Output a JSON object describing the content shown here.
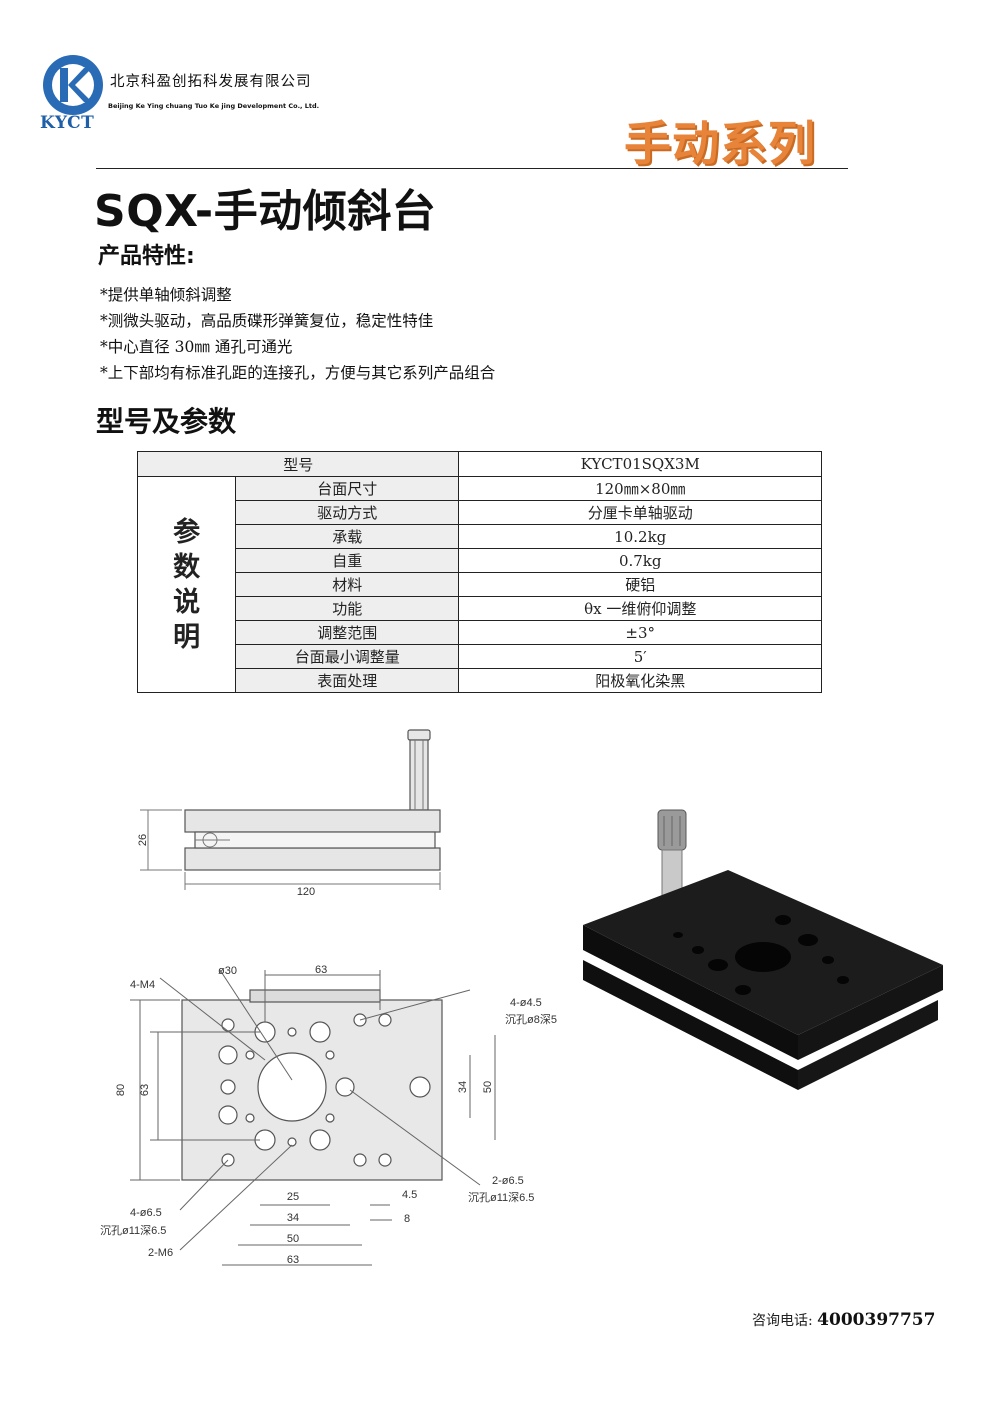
{
  "header": {
    "logo_text": "KYCT",
    "company_cn": "北京科盈创拓科发展有限公司",
    "company_en": "Beijing Ke Ying chuang Tuo Ke jing Development Co., Ltd.",
    "series": "手动系列"
  },
  "title": "SQX-手动倾斜台",
  "features": {
    "heading": "产品特性:",
    "items": [
      "*提供单轴倾斜调整",
      "*测微头驱动，高品质碟形弹簧复位，稳定性特佳",
      "*中心直径 30㎜ 通孔可通光",
      "*上下部均有标准孔距的连接孔，方便与其它系列产品组合"
    ]
  },
  "spec": {
    "heading": "型号及参数",
    "model_label": "型号",
    "model_value": "KYCT01SQX3M",
    "side_label": [
      "参",
      "数",
      "说",
      "明"
    ],
    "rows": [
      {
        "label": "台面尺寸",
        "value": "120㎜×80㎜"
      },
      {
        "label": "驱动方式",
        "value": "分厘卡单轴驱动"
      },
      {
        "label": "承载",
        "value": "10.2kg"
      },
      {
        "label": "自重",
        "value": "0.7kg"
      },
      {
        "label": "材料",
        "value": "硬铝"
      },
      {
        "label": "功能",
        "value": "θx 一维俯仰调整"
      },
      {
        "label": "调整范围",
        "value": "±3°"
      },
      {
        "label": "台面最小调整量",
        "value": "5′"
      },
      {
        "label": "表面处理",
        "value": "阳极氧化染黑"
      }
    ]
  },
  "drawing": {
    "side": {
      "height": "26",
      "width": "120"
    },
    "plan": {
      "d30": "ø30",
      "m4": "4-M4",
      "top63": "63",
      "hole45": "4-ø4.5",
      "counterbore8": "沉孔ø8深5",
      "h80": "80",
      "h63": "63",
      "v34": "34",
      "v50": "50",
      "hole65b": "2-ø6.5",
      "counterbore11b": "沉孔ø11深6.5",
      "hole65a": "4-ø6.5",
      "counterbore11a": "沉孔ø11深6.5",
      "m6": "2-M6",
      "b25": "25",
      "b34": "34",
      "b50": "50",
      "b63": "63",
      "r45": "4.5",
      "r8": "8"
    }
  },
  "contact": {
    "label": "咨询电话:",
    "phone": "4000397757"
  }
}
